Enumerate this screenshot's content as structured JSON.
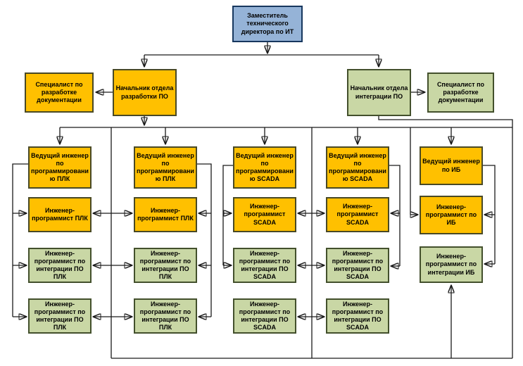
{
  "diagram": {
    "type": "organizational-chart",
    "language": "ru",
    "colors": {
      "root_box": "#95B3D7",
      "software_dept_box": "#FFC000",
      "integration_dept_box": "#C9D7A5",
      "connector": "#1a1a1a",
      "background": "#ffffff"
    },
    "nodes": [
      {
        "id": "deputy-tech-director",
        "label": "Заместитель технического директора по ИТ"
      },
      {
        "id": "spec-doc-dev",
        "label": "Специалист по разработке документации"
      },
      {
        "id": "head-software-dept",
        "label": "Начальник отдела разработки ПО"
      },
      {
        "id": "head-integration-dept",
        "label": "Начальник отдела интеграции ПО"
      },
      {
        "id": "spec-doc-int",
        "label": "Специалист по разработке документации"
      },
      {
        "id": "lead-eng-plc-1",
        "label": "Ведущий инженер по программированию ПЛК"
      },
      {
        "id": "eng-plc-1",
        "label": "Инженер-программист ПЛК"
      },
      {
        "id": "eng-int-plc-1a",
        "label": "Инженер-программист по интеграции ПО ПЛК"
      },
      {
        "id": "eng-int-plc-1b",
        "label": "Инженер-программист по интеграции ПО ПЛК"
      },
      {
        "id": "lead-eng-plc-2",
        "label": "Ведущий инженер по программированию ПЛК"
      },
      {
        "id": "eng-plc-2",
        "label": "Инженер-программист ПЛК"
      },
      {
        "id": "eng-int-plc-2a",
        "label": "Инженер-программист по интеграции ПО ПЛК"
      },
      {
        "id": "eng-int-plc-2b",
        "label": "Инженер-программист по интеграции ПО ПЛК"
      },
      {
        "id": "lead-eng-scada-1",
        "label": "Ведущий инженер по программированию SCADA"
      },
      {
        "id": "eng-scada-1",
        "label": "Инженер-программист SCADA"
      },
      {
        "id": "eng-int-scada-1a",
        "label": "Инженер-программист по интеграции ПО SCADA"
      },
      {
        "id": "eng-int-scada-1b",
        "label": "Инженер-программист по интеграции ПО SCADA"
      },
      {
        "id": "lead-eng-scada-2",
        "label": "Ведущий инженер по программированию SCADA"
      },
      {
        "id": "eng-scada-2",
        "label": "Инженер-программист SCADA"
      },
      {
        "id": "eng-int-scada-2a",
        "label": "Инженер-программист по интеграции ПО SCADA"
      },
      {
        "id": "eng-int-scada-2b",
        "label": "Инженер-программист по интеграции ПО SCADA"
      },
      {
        "id": "lead-eng-ib",
        "label": "Ведущий инженер по ИБ"
      },
      {
        "id": "eng-ib",
        "label": "Инженер-программист по ИБ"
      },
      {
        "id": "eng-int-ib",
        "label": "Инженер-программист по интеграции ИБ"
      }
    ]
  }
}
